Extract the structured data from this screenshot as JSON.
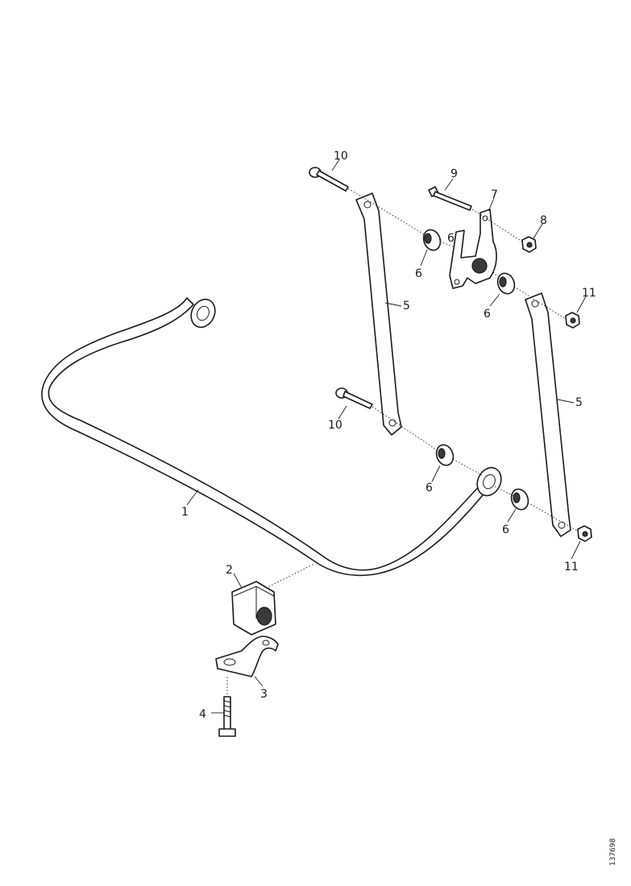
{
  "callouts": {
    "c1": "1",
    "c2": "2",
    "c3": "3",
    "c4": "4",
    "c5a": "5",
    "c5b": "5",
    "c6a": "6",
    "c6b": "6",
    "c6c": "6",
    "c6d": "6",
    "c6e": "6",
    "c7": "7",
    "c8": "8",
    "c9": "9",
    "c10a": "10",
    "c10b": "10",
    "c11a": "11",
    "c11b": "11"
  },
  "figure_ref": "137698"
}
